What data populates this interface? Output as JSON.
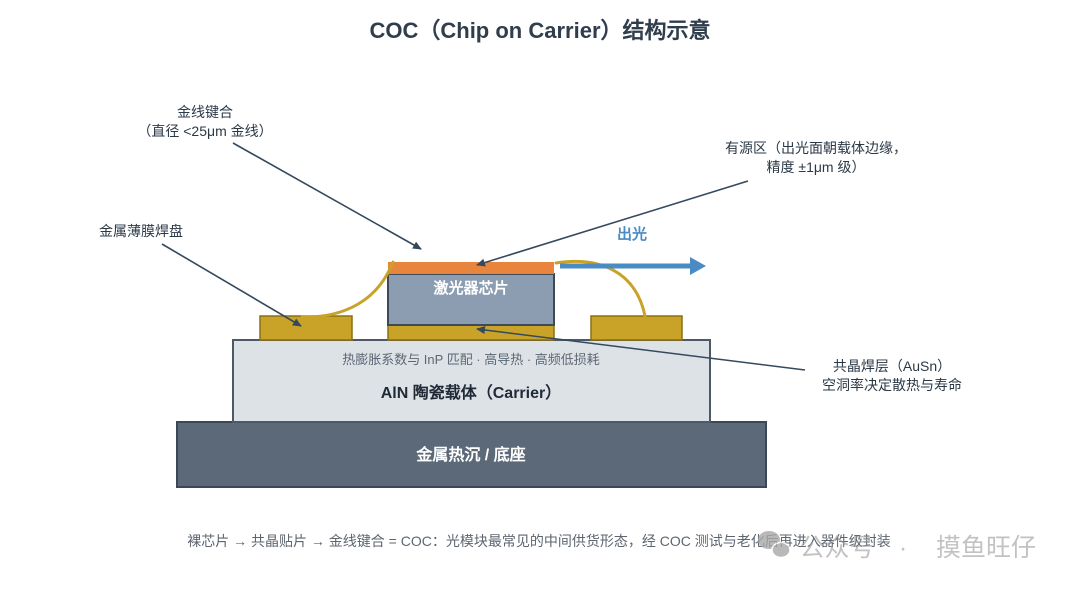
{
  "title": "COC（Chip on Carrier）结构示意",
  "layers": {
    "heatsink": "金属热沉 / 底座",
    "carrier_note": "热膨胀系数与 InP 匹配 · 高导热 · 高频低损耗",
    "carrier": "AlN 陶瓷载体（Carrier）",
    "chip": "激光器芯片",
    "light_output": "出光"
  },
  "callouts": {
    "wire_bond": {
      "line1": "金线键合",
      "line2": "（直径 <25μm 金线）"
    },
    "active_region": {
      "line1": "有源区（出光面朝载体边缘，",
      "line2": "精度 ±1μm 级）"
    },
    "bond_pad": {
      "line1": "金属薄膜焊盘"
    },
    "eutectic_solder": {
      "line1": "共晶焊层（AuSn）",
      "line2": "空洞率决定散热与寿命"
    }
  },
  "footer": "裸芯片 → 共晶贴片 → 金线键合 = COC：光模块最常见的中间供货形态，经 COC 测试与老化后再进入器件级封装",
  "watermark": {
    "icon": "wechat-icon",
    "platform": "公众号",
    "separator": "·",
    "author": "摸鱼旺仔"
  },
  "colors": {
    "title_text": "#2f3d4c",
    "heatsink": "#5b6979",
    "carrier": "#dde2e7",
    "carrier_text": "#1f2a36",
    "gold": "#c9a228",
    "chip": "#8c9db2",
    "active_region": "#e8843c",
    "light_arrow": "#4a8bc3",
    "leader_line": "#34495e"
  }
}
